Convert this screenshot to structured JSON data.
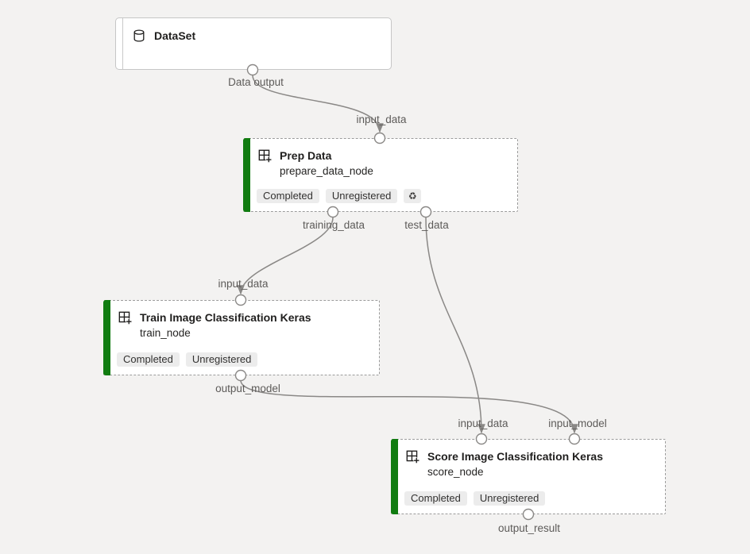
{
  "canvas": {
    "type": "pipeline-graph",
    "colors": {
      "canvas_bg": "#f3f2f1",
      "node_bg": "#ffffff",
      "accent_green": "#107C10",
      "edge": "#8a8886",
      "badge_bg": "#ececec",
      "dashed_border": "#9b9b9b",
      "port_label": "#5d5b59"
    }
  },
  "icons": {
    "reuse_glyph": "♻"
  },
  "nodes": [
    {
      "id": "dataset",
      "title": "DataSet",
      "icon": "database-icon",
      "output_labels": [
        "Data output"
      ]
    },
    {
      "id": "prep_data",
      "title": "Prep Data",
      "subtitle": "prepare_data_node",
      "icon": "component-icon",
      "badges": [
        "Completed",
        "Unregistered"
      ],
      "has_reuse_icon": true,
      "input_labels": [
        "input_data"
      ],
      "output_labels": [
        "training_data",
        "test_data"
      ]
    },
    {
      "id": "train_node",
      "title": "Train Image Classification Keras",
      "subtitle": "train_node",
      "icon": "component-icon",
      "badges": [
        "Completed",
        "Unregistered"
      ],
      "input_labels": [
        "input_data"
      ],
      "output_labels": [
        "output_model"
      ]
    },
    {
      "id": "score_node",
      "title": "Score Image Classification Keras",
      "subtitle": "score_node",
      "icon": "component-icon",
      "badges": [
        "Completed",
        "Unregistered"
      ],
      "input_labels": [
        "input_data",
        "input_model"
      ],
      "output_labels": [
        "output_result"
      ]
    }
  ],
  "connections": [
    {
      "from": "DataSet.Data output",
      "to": "Prep Data.input_data"
    },
    {
      "from": "Prep Data.training_data",
      "to": "Train Image Classification Keras.input_data"
    },
    {
      "from": "Prep Data.test_data",
      "to": "Score Image Classification Keras.input_data"
    },
    {
      "from": "Train Image Classification Keras.output_model",
      "to": "Score Image Classification Keras.input_model"
    }
  ]
}
